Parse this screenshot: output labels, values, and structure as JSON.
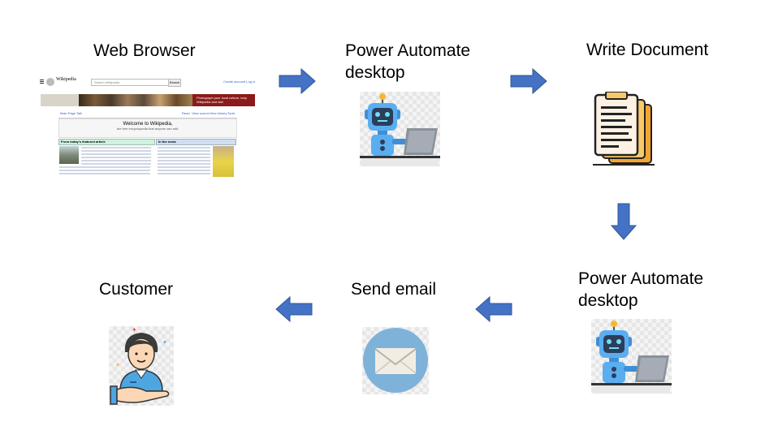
{
  "nodes": {
    "web_browser": {
      "label": "Web Browser"
    },
    "pad_1": {
      "label": "Power Automate\ndesktop"
    },
    "write_document": {
      "label": "Write Document"
    },
    "pad_2": {
      "label": "Power Automate\ndesktop"
    },
    "send_email": {
      "label": "Send email"
    },
    "customer": {
      "label": "Customer"
    }
  },
  "wikipedia": {
    "brand": "Wikipedia",
    "search_placeholder": "Search Wikipedia",
    "search_button": "Search",
    "account_links": "Create account  Log in",
    "banner_text": "Photograph your local culture, help Wikipedia and win!",
    "tab_main": "Main Page",
    "tab_talk": "Talk",
    "tab_read": "Read",
    "tab_source": "View source",
    "tab_history": "View history",
    "tab_tools": "Tools",
    "welcome_title": "Welcome to Wikipedia,",
    "welcome_sub": "the free encyclopedia that anyone can edit.",
    "featured_header": "From today's featured article",
    "news_header": "In the news"
  },
  "colors": {
    "arrow": "#4472c4",
    "arrow_stroke": "#2f5597"
  }
}
